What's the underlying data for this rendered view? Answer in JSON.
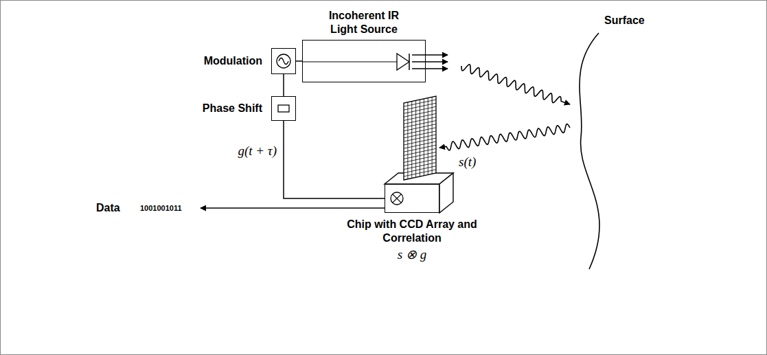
{
  "diagram": {
    "nodes": [
      {
        "text": [
          "Incoherent IR Light Source"
        ]
      },
      {
        "text": [
          "Modulation"
        ]
      },
      {
        "text": [
          "Phase Shift"
        ]
      },
      {
        "text": [
          "Chip with CCD Array and Correlation",
          "s ⊗ g"
        ]
      }
    ],
    "edges": [
      {
        "from": 1,
        "to": 0,
        "arrow": "none"
      },
      {
        "from": 1,
        "to": 2,
        "arrow": "none"
      },
      {
        "from": 2,
        "to": 3,
        "label": "g(t + τ)",
        "arrow": "none"
      }
    ],
    "labels": [
      "Surface",
      "s(t)",
      "Data",
      "1001001011"
    ]
  }
}
